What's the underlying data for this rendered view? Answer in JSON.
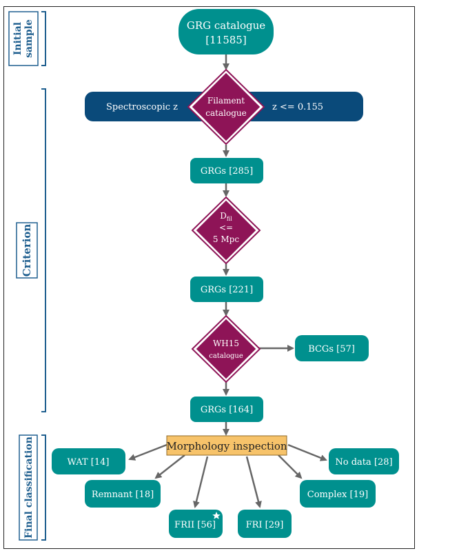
{
  "side_labels": {
    "initial": [
      "Initial",
      "sample"
    ],
    "criterion": "Criterion",
    "final": "Final classification"
  },
  "nodes": {
    "grg_catalogue": [
      "GRG catalogue",
      "[11585]"
    ],
    "spectroscopic_z": "Spectroscopic z",
    "z_cut": "z <= 0.155",
    "filament_catalogue": [
      "Filament",
      "catalogue"
    ],
    "grgs_285": "GRGs [285]",
    "dfil_main": "D",
    "dfil_sub": "fil",
    "dfil_line2": "<=",
    "dfil_line3": "5 Mpc",
    "grgs_221": "GRGs [221]",
    "wh15": [
      "WH15",
      "catalogue"
    ],
    "bcgs": "BCGs [57]",
    "grgs_164": "GRGs [164]",
    "morphology": "Morphology inspection",
    "wat": "WAT [14]",
    "remnant": "Remnant [18]",
    "frii": "FRII [56]",
    "fri": "FRI [29]",
    "complex": "Complex [19]",
    "no_data": "No data [28]"
  },
  "colors": {
    "teal": "#00908e",
    "navy": "#0a4a7a",
    "maroon": "#8e1457",
    "orange": "#f7c36a",
    "side_blue": "#1f5f8f",
    "arrow": "#666666"
  }
}
